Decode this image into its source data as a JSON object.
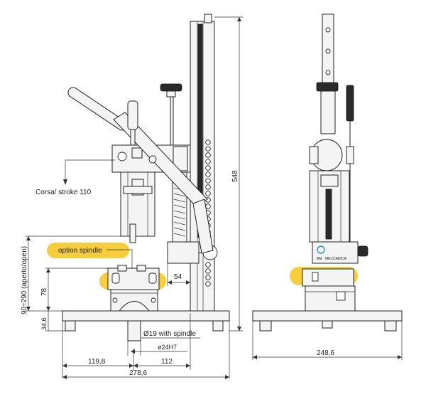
{
  "annotations": {
    "stroke_label": "Corsa/ stroke 110",
    "height_total": "548",
    "open_range": "90÷290 (aperto/open)",
    "clamp_height": "78",
    "base_height": "34,6",
    "arm_offset": "54",
    "spindle_diameter": "Ø19 with spindle",
    "bore_diameter": "ø24H7",
    "width_left": "119,8",
    "width_right": "112",
    "width_total": "278,6",
    "side_width": "248,6"
  },
  "labels": {
    "option_spindle": "option spindle"
  },
  "brand": {
    "logo_text": "MECCANICA",
    "logo_prefix": "BM"
  },
  "colors": {
    "highlight": "#f5c41a",
    "line": "#222222",
    "logo": "#2a8fb0"
  }
}
